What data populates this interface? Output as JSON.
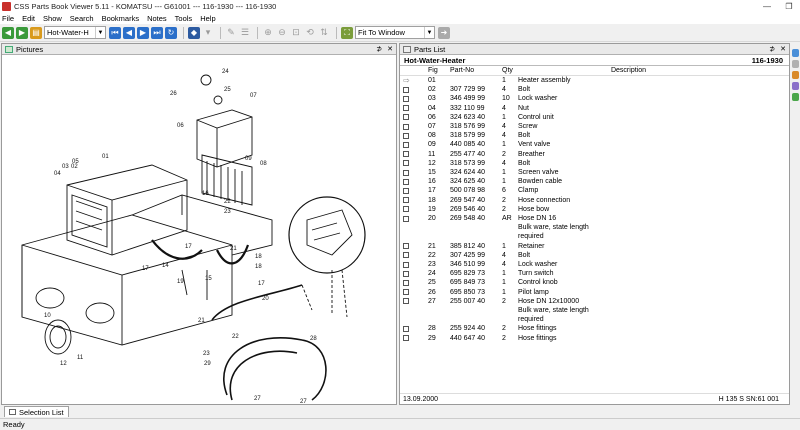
{
  "window": {
    "title": "CSS Parts Book Viewer 5.11 - KOMATSU --- G61001 --- 116-1930 --- 116-1930",
    "minimize": "—",
    "maximize": "❐"
  },
  "menu": [
    "File",
    "Edit",
    "Show",
    "Search",
    "Bookmarks",
    "Notes",
    "Tools",
    "Help"
  ],
  "toolbar": {
    "group_combo": "Hot-Water-H",
    "fit_combo": "Fit To Window"
  },
  "pictures_pane": {
    "title": "Pictures",
    "pin": "⊅",
    "close": "✕",
    "callouts": [
      "24",
      "26",
      "25",
      "07",
      "06",
      "01",
      "09",
      "05",
      "04",
      "03",
      "02",
      "08",
      "16",
      "22",
      "23",
      "17",
      "17",
      "14",
      "19",
      "15",
      "21",
      "18",
      "18",
      "17",
      "20",
      "21",
      "22",
      "23",
      "10",
      "11",
      "12",
      "27",
      "28",
      "29",
      "27"
    ]
  },
  "parts_pane": {
    "title": "Parts List",
    "pin": "⊅",
    "close": "✕",
    "group_name": "Hot-Water-Heater",
    "group_code": "116-1930",
    "columns": {
      "fig": "Fig",
      "part": "Part-No",
      "qty": "Qty",
      "desc": "Description"
    },
    "rows": [
      {
        "fig": "01",
        "part": "",
        "qty": "1",
        "desc": "Heater assembly",
        "marker": "arrow"
      },
      {
        "fig": "02",
        "part": "307 729 99",
        "qty": "4",
        "desc": "Bolt"
      },
      {
        "fig": "03",
        "part": "346 499 99",
        "qty": "10",
        "desc": "Lock washer"
      },
      {
        "fig": "04",
        "part": "332 110 99",
        "qty": "4",
        "desc": "Nut"
      },
      {
        "fig": "06",
        "part": "324 623 40",
        "qty": "1",
        "desc": "Control unit"
      },
      {
        "fig": "07",
        "part": "318 576 99",
        "qty": "4",
        "desc": "Screw"
      },
      {
        "fig": "08",
        "part": "318 579 99",
        "qty": "4",
        "desc": "Bolt"
      },
      {
        "fig": "09",
        "part": "440 085 40",
        "qty": "1",
        "desc": "Vent valve"
      },
      {
        "fig": "11",
        "part": "255 477 40",
        "qty": "2",
        "desc": "Breather"
      },
      {
        "fig": "12",
        "part": "318 573 99",
        "qty": "4",
        "desc": "Bolt"
      },
      {
        "fig": "15",
        "part": "324 624 40",
        "qty": "1",
        "desc": "Screen valve"
      },
      {
        "fig": "16",
        "part": "324 625 40",
        "qty": "1",
        "desc": "Bowden cable"
      },
      {
        "fig": "17",
        "part": "500 078 98",
        "qty": "6",
        "desc": "Clamp"
      },
      {
        "fig": "18",
        "part": "269 547 40",
        "qty": "2",
        "desc": "Hose connection"
      },
      {
        "fig": "19",
        "part": "269 546 40",
        "qty": "2",
        "desc": "Hose bow"
      },
      {
        "fig": "20",
        "part": "269 548 40",
        "qty": "AR",
        "desc": "Hose DN 16"
      },
      {
        "fig": "",
        "part": "",
        "qty": "",
        "desc": "Bulk ware, state length",
        "sub": true
      },
      {
        "fig": "",
        "part": "",
        "qty": "",
        "desc": "required",
        "sub": true
      },
      {
        "fig": "21",
        "part": "385 812 40",
        "qty": "1",
        "desc": "Retainer"
      },
      {
        "fig": "22",
        "part": "307 425 99",
        "qty": "4",
        "desc": "Bolt"
      },
      {
        "fig": "23",
        "part": "346 510 99",
        "qty": "4",
        "desc": "Lock washer"
      },
      {
        "fig": "24",
        "part": "695 829 73",
        "qty": "1",
        "desc": "Turn switch"
      },
      {
        "fig": "25",
        "part": "695 849 73",
        "qty": "1",
        "desc": "Control knob"
      },
      {
        "fig": "26",
        "part": "695 850 73",
        "qty": "1",
        "desc": "Pilot lamp"
      },
      {
        "fig": "27",
        "part": "255 007 40",
        "qty": "2",
        "desc": "Hose DN 12x10000"
      },
      {
        "fig": "",
        "part": "",
        "qty": "",
        "desc": "Bulk ware, state length",
        "sub": true
      },
      {
        "fig": "",
        "part": "",
        "qty": "",
        "desc": "required",
        "sub": true
      },
      {
        "fig": "28",
        "part": "255 924 40",
        "qty": "2",
        "desc": "Hose fittings"
      },
      {
        "fig": "29",
        "part": "440 647 40",
        "qty": "2",
        "desc": "Hose fittings"
      }
    ],
    "footer_date": "13.09.2000",
    "footer_model": "H 135 S SN:61 001"
  },
  "bottom_tab": "Selection List",
  "status": "Ready"
}
